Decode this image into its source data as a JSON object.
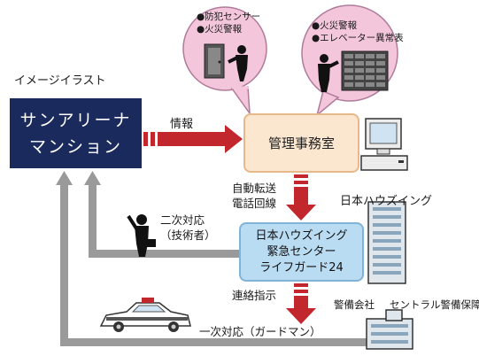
{
  "caption": "イメージイラスト",
  "mansion_lines": [
    "サンアリーナ",
    "マンション"
  ],
  "office_label": "管理事務室",
  "center_lines": [
    "日本ハウズイング",
    "緊急センター",
    "ライフガード24"
  ],
  "info_label": "情報",
  "auto_transfer_lines": [
    "自動転送",
    "電話回線"
  ],
  "contact_label": "連絡指示",
  "second_response_lines": [
    "二次対応",
    "（技術者）"
  ],
  "first_response_label": "一次対応（ガードマン）",
  "nh_company_label": "日本ハウズイング",
  "security_labels": [
    "警備会社",
    "セントラル警備保障"
  ],
  "bubble_left_lines": [
    "●防犯センサー",
    "●火災警報"
  ],
  "bubble_right_lines": [
    "●火災警報",
    "●エレベーター異常表"
  ],
  "colors": {
    "navy": "#1b2a5c",
    "arrow_red": "#c1272d",
    "office_fill": "#fbe6cf",
    "center_fill": "#b9dcf2",
    "bubble_fill": "#f3c6dc",
    "gray_arrow": "#9a9a9a"
  }
}
